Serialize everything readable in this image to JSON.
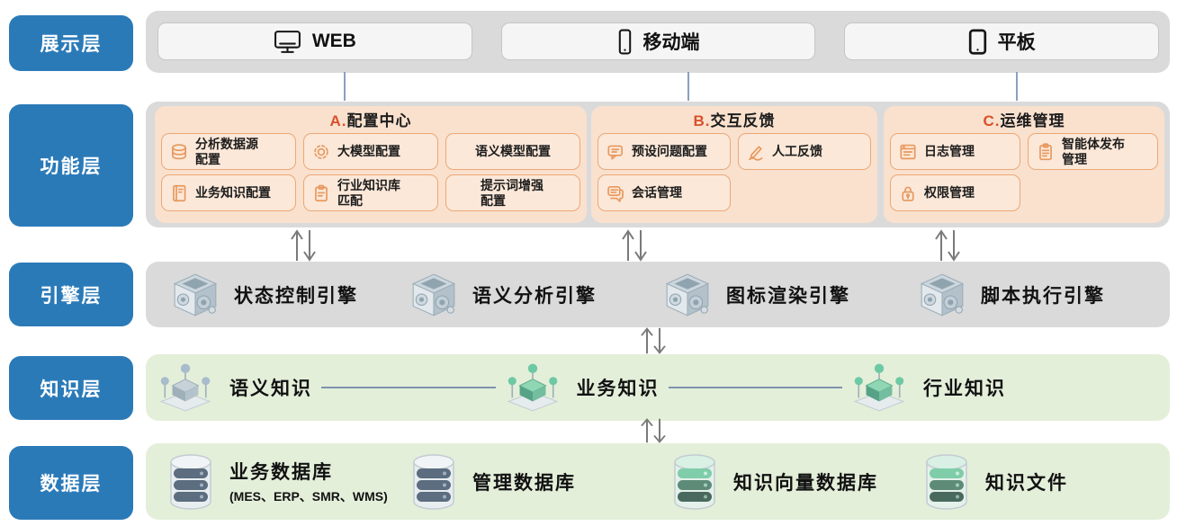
{
  "layers": {
    "presentation": {
      "label": "展示层",
      "devices": [
        {
          "label": "WEB",
          "icon": "monitor-icon"
        },
        {
          "label": "移动端",
          "icon": "smartphone-icon"
        },
        {
          "label": "平板",
          "icon": "tablet-icon"
        }
      ]
    },
    "function": {
      "label": "功能层",
      "sections": [
        {
          "prefix": "A.",
          "title": "配置中心",
          "items": [
            {
              "label": "分析数据源配置",
              "icon": "database-icon"
            },
            {
              "label": "大模型配置",
              "icon": "gear-icon"
            },
            {
              "label": "语义模型配置",
              "icon": ""
            },
            {
              "label": "业务知识配置",
              "icon": "book-icon"
            },
            {
              "label": "行业知识库匹配",
              "icon": "clipboard-pencil-icon"
            },
            {
              "label": "提示词增强配置",
              "icon": ""
            }
          ]
        },
        {
          "prefix": "B.",
          "title": "交互反馈",
          "items": [
            {
              "label": "预设问题配置",
              "icon": "speech-bubble-icon"
            },
            {
              "label": "人工反馈",
              "icon": "pencil-icon"
            },
            {
              "label": "会话管理",
              "icon": "chat-bubbles-icon"
            }
          ]
        },
        {
          "prefix": "C.",
          "title": "运维管理",
          "items": [
            {
              "label": "日志管理",
              "icon": "log-window-icon"
            },
            {
              "label": "智能体发布管理",
              "icon": "clipboard-list-icon"
            },
            {
              "label": "权限管理",
              "icon": "lock-icon"
            }
          ]
        }
      ]
    },
    "engine": {
      "label": "引擎层",
      "engines": [
        {
          "label": "状态控制引擎",
          "icon": "engine-cube-icon"
        },
        {
          "label": "语义分析引擎",
          "icon": "engine-cube-icon"
        },
        {
          "label": "图标渲染引擎",
          "icon": "engine-cube-icon"
        },
        {
          "label": "脚本执行引擎",
          "icon": "engine-cube-icon"
        }
      ]
    },
    "knowledge": {
      "label": "知识层",
      "nodes": [
        {
          "label": "语义知识",
          "icon": "knowledge-node-gray-icon"
        },
        {
          "label": "业务知识",
          "icon": "knowledge-node-green-icon"
        },
        {
          "label": "行业知识",
          "icon": "knowledge-node-green-icon"
        }
      ]
    },
    "data": {
      "label": "数据层",
      "stores": [
        {
          "label": "业务数据库",
          "sublabel": "(MES、ERP、SMR、WMS)",
          "icon": "database-cylinder-blue-icon"
        },
        {
          "label": "管理数据库",
          "icon": "database-cylinder-blue-icon"
        },
        {
          "label": "知识向量数据库",
          "icon": "database-cylinder-green-icon"
        },
        {
          "label": "知识文件",
          "icon": "database-cylinder-green-icon"
        }
      ]
    }
  },
  "colors": {
    "layer_label_blue": "#2b7ab8",
    "container_gray": "#dadada",
    "panel_peach": "#f9e1ce",
    "item_fill_peach": "#fbe8d9",
    "item_border_orange": "#eba877",
    "section_prefix_orange": "#d9502a",
    "icon_orange": "#e8975c",
    "green_layer": "#e4efda",
    "arrow_gray": "#7a7a7a",
    "connector_blue": "#8aa0bf",
    "knowledge_line": "#7e93ac"
  }
}
